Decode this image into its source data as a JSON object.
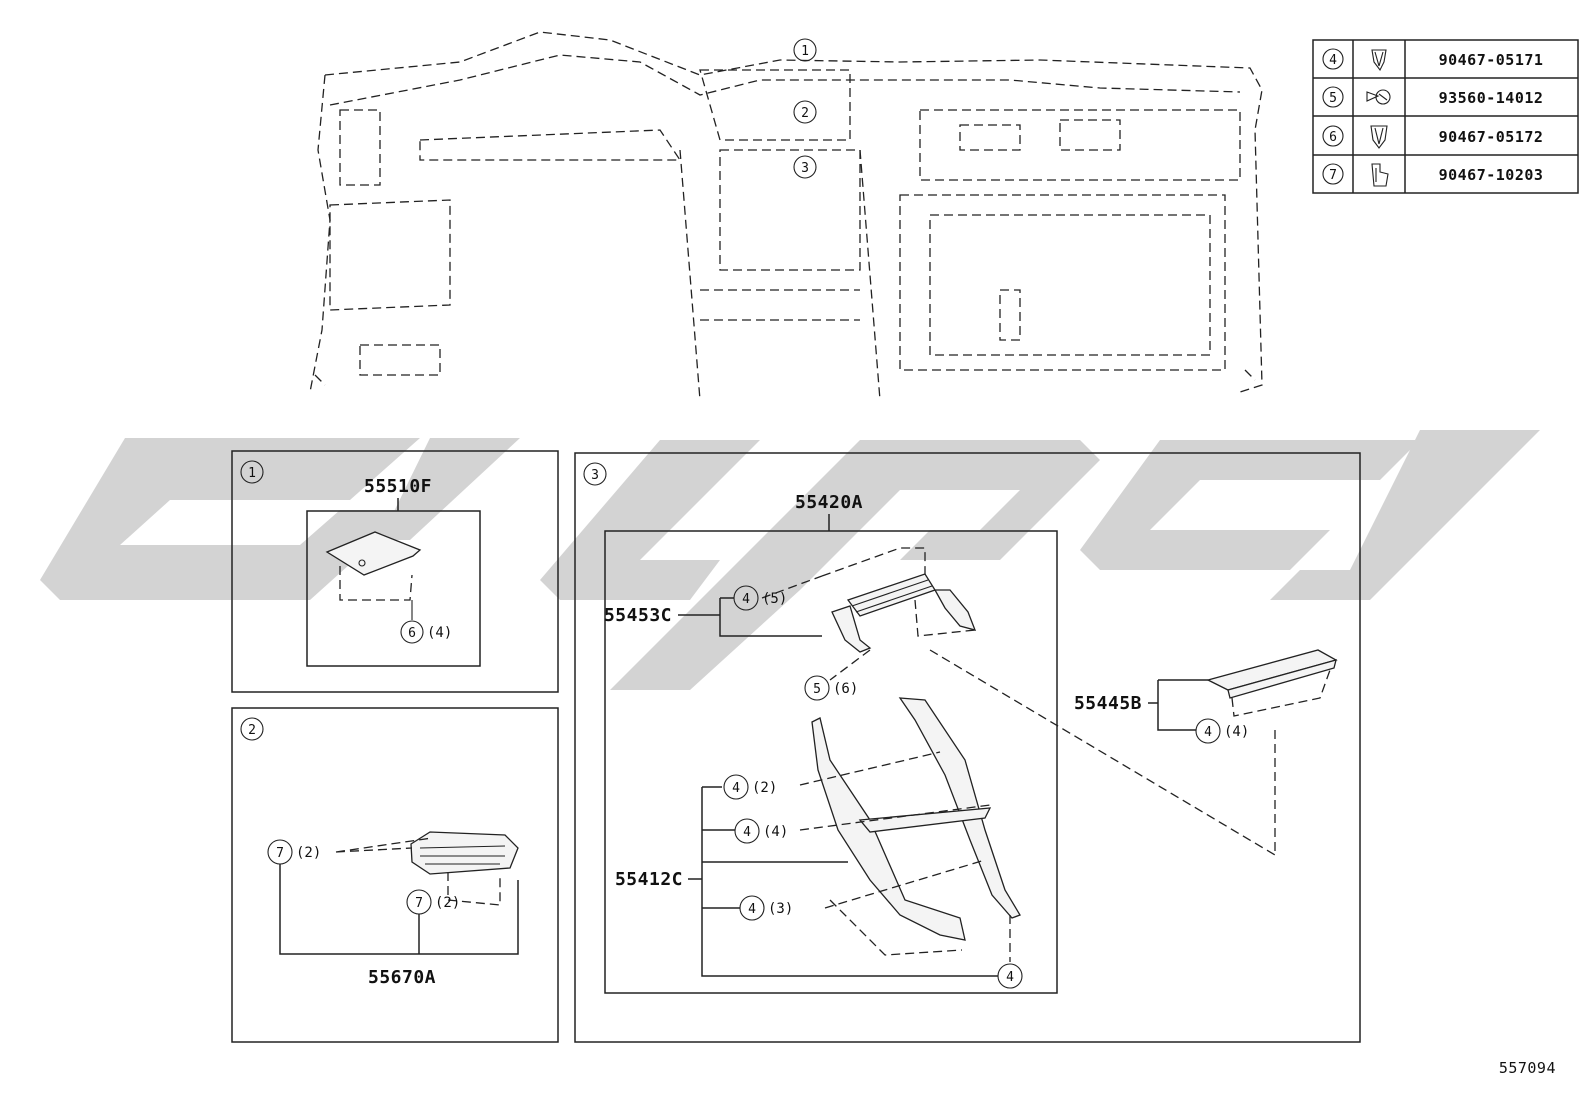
{
  "diagram_code": "557094",
  "fastener_table": [
    {
      "ref": "4",
      "part_no": "90467-05171",
      "icon": "clip-icon"
    },
    {
      "ref": "5",
      "part_no": "93560-14012",
      "icon": "screw-icon"
    },
    {
      "ref": "6",
      "part_no": "90467-05172",
      "icon": "clip-icon"
    },
    {
      "ref": "7",
      "part_no": "90467-10203",
      "icon": "clip-icon"
    }
  ],
  "overview": {
    "callouts": [
      "1",
      "2",
      "3"
    ]
  },
  "panel_1": {
    "ref": "1",
    "part_no": "55510F",
    "fastener": {
      "ref": "6",
      "qty": "(4)"
    }
  },
  "panel_2": {
    "ref": "2",
    "part_no": "55670A",
    "fasteners": [
      {
        "ref": "7",
        "qty": "(2)"
      },
      {
        "ref": "7",
        "qty": "(2)"
      }
    ]
  },
  "panel_3": {
    "ref": "3",
    "assembly_part_no": "55420A",
    "parts": [
      {
        "part_no": "55453C",
        "fasteners": [
          {
            "ref": "4",
            "qty": "(5)"
          },
          {
            "ref": "5",
            "qty": "(6)"
          }
        ]
      },
      {
        "part_no": "55412C",
        "fasteners": [
          {
            "ref": "4",
            "qty": "(2)"
          },
          {
            "ref": "4",
            "qty": "(4)"
          },
          {
            "ref": "4",
            "qty": "(3)"
          },
          {
            "ref": "4",
            "qty": ""
          }
        ]
      },
      {
        "part_no": "55445B",
        "fasteners": [
          {
            "ref": "4",
            "qty": "(4)"
          }
        ]
      }
    ]
  }
}
